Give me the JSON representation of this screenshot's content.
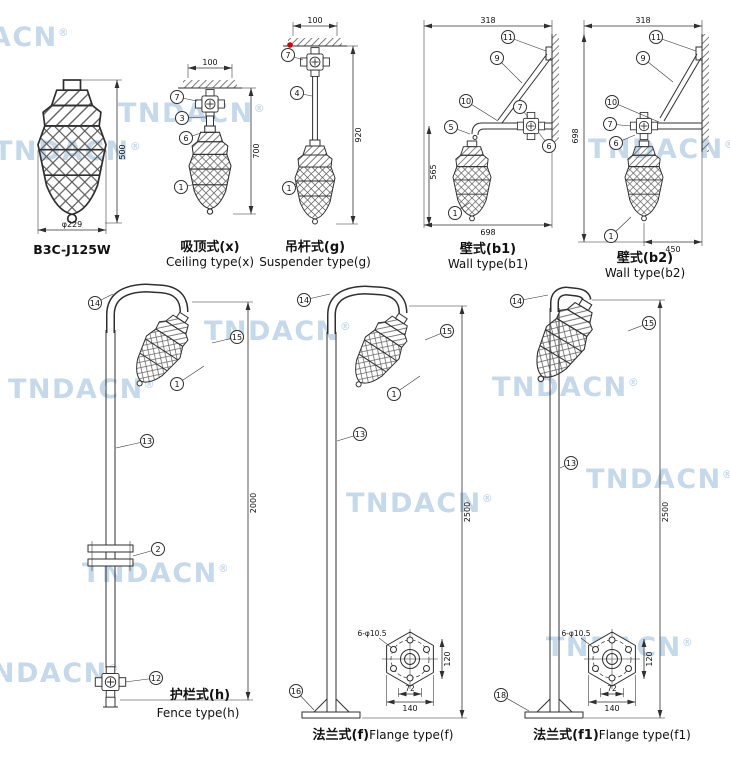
{
  "colors": {
    "line": "#2f2f2f",
    "watermark": "#b7d0e6",
    "marker_red": "#cc0000"
  },
  "brand_watermark": {
    "text": "TNDACN",
    "reg": "®"
  },
  "callouts": {
    "c1": "1",
    "c2": "2",
    "c3": "3",
    "c4": "4",
    "c5": "5",
    "c6": "6",
    "c7": "7",
    "c9": "9",
    "c10": "10",
    "c11": "11",
    "c12": "12",
    "c13": "13",
    "c14": "14",
    "c15": "15",
    "c16": "16",
    "c18": "18"
  },
  "figures": {
    "model": {
      "title": "B3C-J125W",
      "dim_diameter": "φ229",
      "dim_height": "500"
    },
    "ceiling": {
      "label_cn": "吸顶式(x)",
      "label_en": "Ceiling type(x)",
      "dim_width": "100",
      "dim_height": "700"
    },
    "suspender": {
      "label_cn": "吊杆式(g)",
      "label_en": "Suspender type(g)",
      "dim_width": "100",
      "dim_height": "920"
    },
    "wall_b1": {
      "label_cn": "壁式(b1)",
      "label_en": "Wall type(b1)",
      "dim_top": "318",
      "dim_side": "565",
      "dim_bottom": "698"
    },
    "wall_b2": {
      "label_cn": "壁式(b2)",
      "label_en": "Wall type(b2)",
      "dim_top": "318",
      "dim_side": "698",
      "dim_bottom": "450"
    },
    "fence": {
      "label_cn": "护栏式(h)",
      "label_en": "Fence type(h)",
      "dim_height": "2000"
    },
    "flange_f": {
      "label_cn": "法兰式(f)",
      "label_en": "Flange type(f)",
      "dim_height": "2500",
      "detail": {
        "bolts": "6-φ10.5",
        "dim_width": "140",
        "dim_side": "120",
        "dim_inner": "72"
      }
    },
    "flange_f1": {
      "label_cn": "法兰式(f1)",
      "label_en": "Flange type(f1)",
      "dim_height": "2500",
      "detail": {
        "bolts": "6-φ10.5",
        "dim_width": "140",
        "dim_side": "120",
        "dim_inner": "72"
      }
    }
  }
}
